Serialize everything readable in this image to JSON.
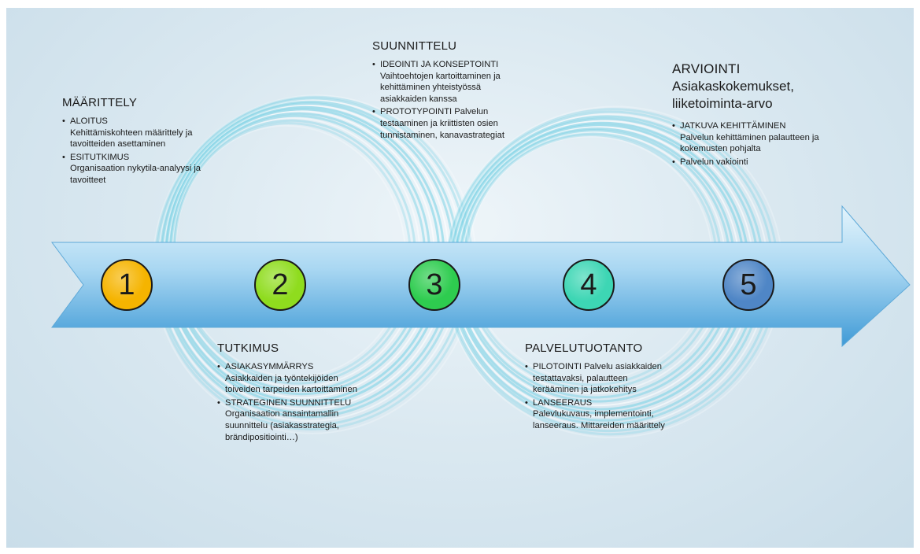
{
  "phases": [
    {
      "number": "1",
      "color": "#f5b400",
      "title": "MÄÄRITTELY",
      "subtitle": "",
      "items": [
        {
          "title": "ALOITUS",
          "text": "Kehittämiskohteen määrittely ja tavoitteiden asettaminen"
        },
        {
          "title": "ESITUTKIMUS",
          "text": "Organisaation nykytila-analyysi ja tavoitteet"
        }
      ]
    },
    {
      "number": "2",
      "color": "#8fdc1e",
      "title": "TUTKIMUS",
      "subtitle": "",
      "items": [
        {
          "title": "ASIAKASYMMÄRRYS",
          "text": "Asiakkaiden ja työntekijöiden toiveiden tarpeiden kartoittaminen"
        },
        {
          "title": "STRATEGINEN SUUNNITTELU",
          "text": "Organisaation ansaintamallin suunnittelu (asiakasstrategia, brändipositiointi…)"
        }
      ]
    },
    {
      "number": "3",
      "color": "#2ecc4f",
      "title": "SUUNNITTELU",
      "subtitle": "",
      "items": [
        {
          "title": "IDEOINTI JA KONSEPTOINTI",
          "text": "Vaihtoehtojen kartoittaminen ja kehittäminen yhteistyössä asiakkaiden kanssa"
        },
        {
          "title": "PROTOTYPOINTI",
          "text": "Palvelun testaaminen ja kriittisten osien tunnistaminen, kanavastrategiat"
        }
      ]
    },
    {
      "number": "4",
      "color": "#3dd6b4",
      "title": "PALVELUTUOTANTO",
      "subtitle": "",
      "items": [
        {
          "title": "PILOTOINTI",
          "text": "Palvelu asiakkaiden testattavaksi, palautteen kerääminen ja jatkokehitys"
        },
        {
          "title": "LANSEERAUS",
          "text": "Palevlukuvaus, implementointi, lanseeraus. Mittareiden määrittely"
        }
      ]
    },
    {
      "number": "5",
      "color": "#4f86c6",
      "title": "ARVIOINTI",
      "subtitle": "Asiakaskokemukset, liiketoiminta-arvo",
      "items": [
        {
          "title": "JATKUVA KEHITTÄMINEN",
          "text": "Palvelun kehittäminen palautteen ja kokemusten pohjalta"
        },
        {
          "title": "Palvelun vakiointi",
          "text": ""
        }
      ]
    }
  ],
  "colors": {
    "arrow_light": "#cfeaf8",
    "arrow_dark": "#3f9ad6",
    "ring": "#7fd3e6"
  }
}
